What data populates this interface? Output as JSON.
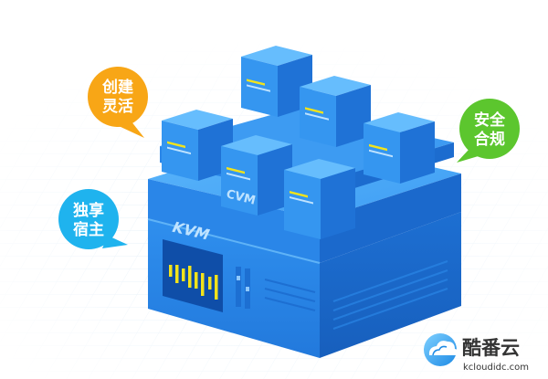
{
  "bubbles": {
    "create": {
      "line1": "创建",
      "line2": "灵活",
      "color": "#f8a616"
    },
    "compliance": {
      "line1": "安全",
      "line2": "合规",
      "color": "#5cc62e"
    },
    "exclusive": {
      "line1": "独享",
      "line2": "宿主",
      "color": "#1fb3ee"
    }
  },
  "labels": {
    "host": "KVM",
    "guest": "CVM"
  },
  "watermark": {
    "brand": "酷番云",
    "url": "kcloudidc.com"
  },
  "colors": {
    "accent": "#2a8df0",
    "light": "#4aaaf7",
    "dark": "#1a66c9",
    "equalizer": "#f2e31b"
  }
}
